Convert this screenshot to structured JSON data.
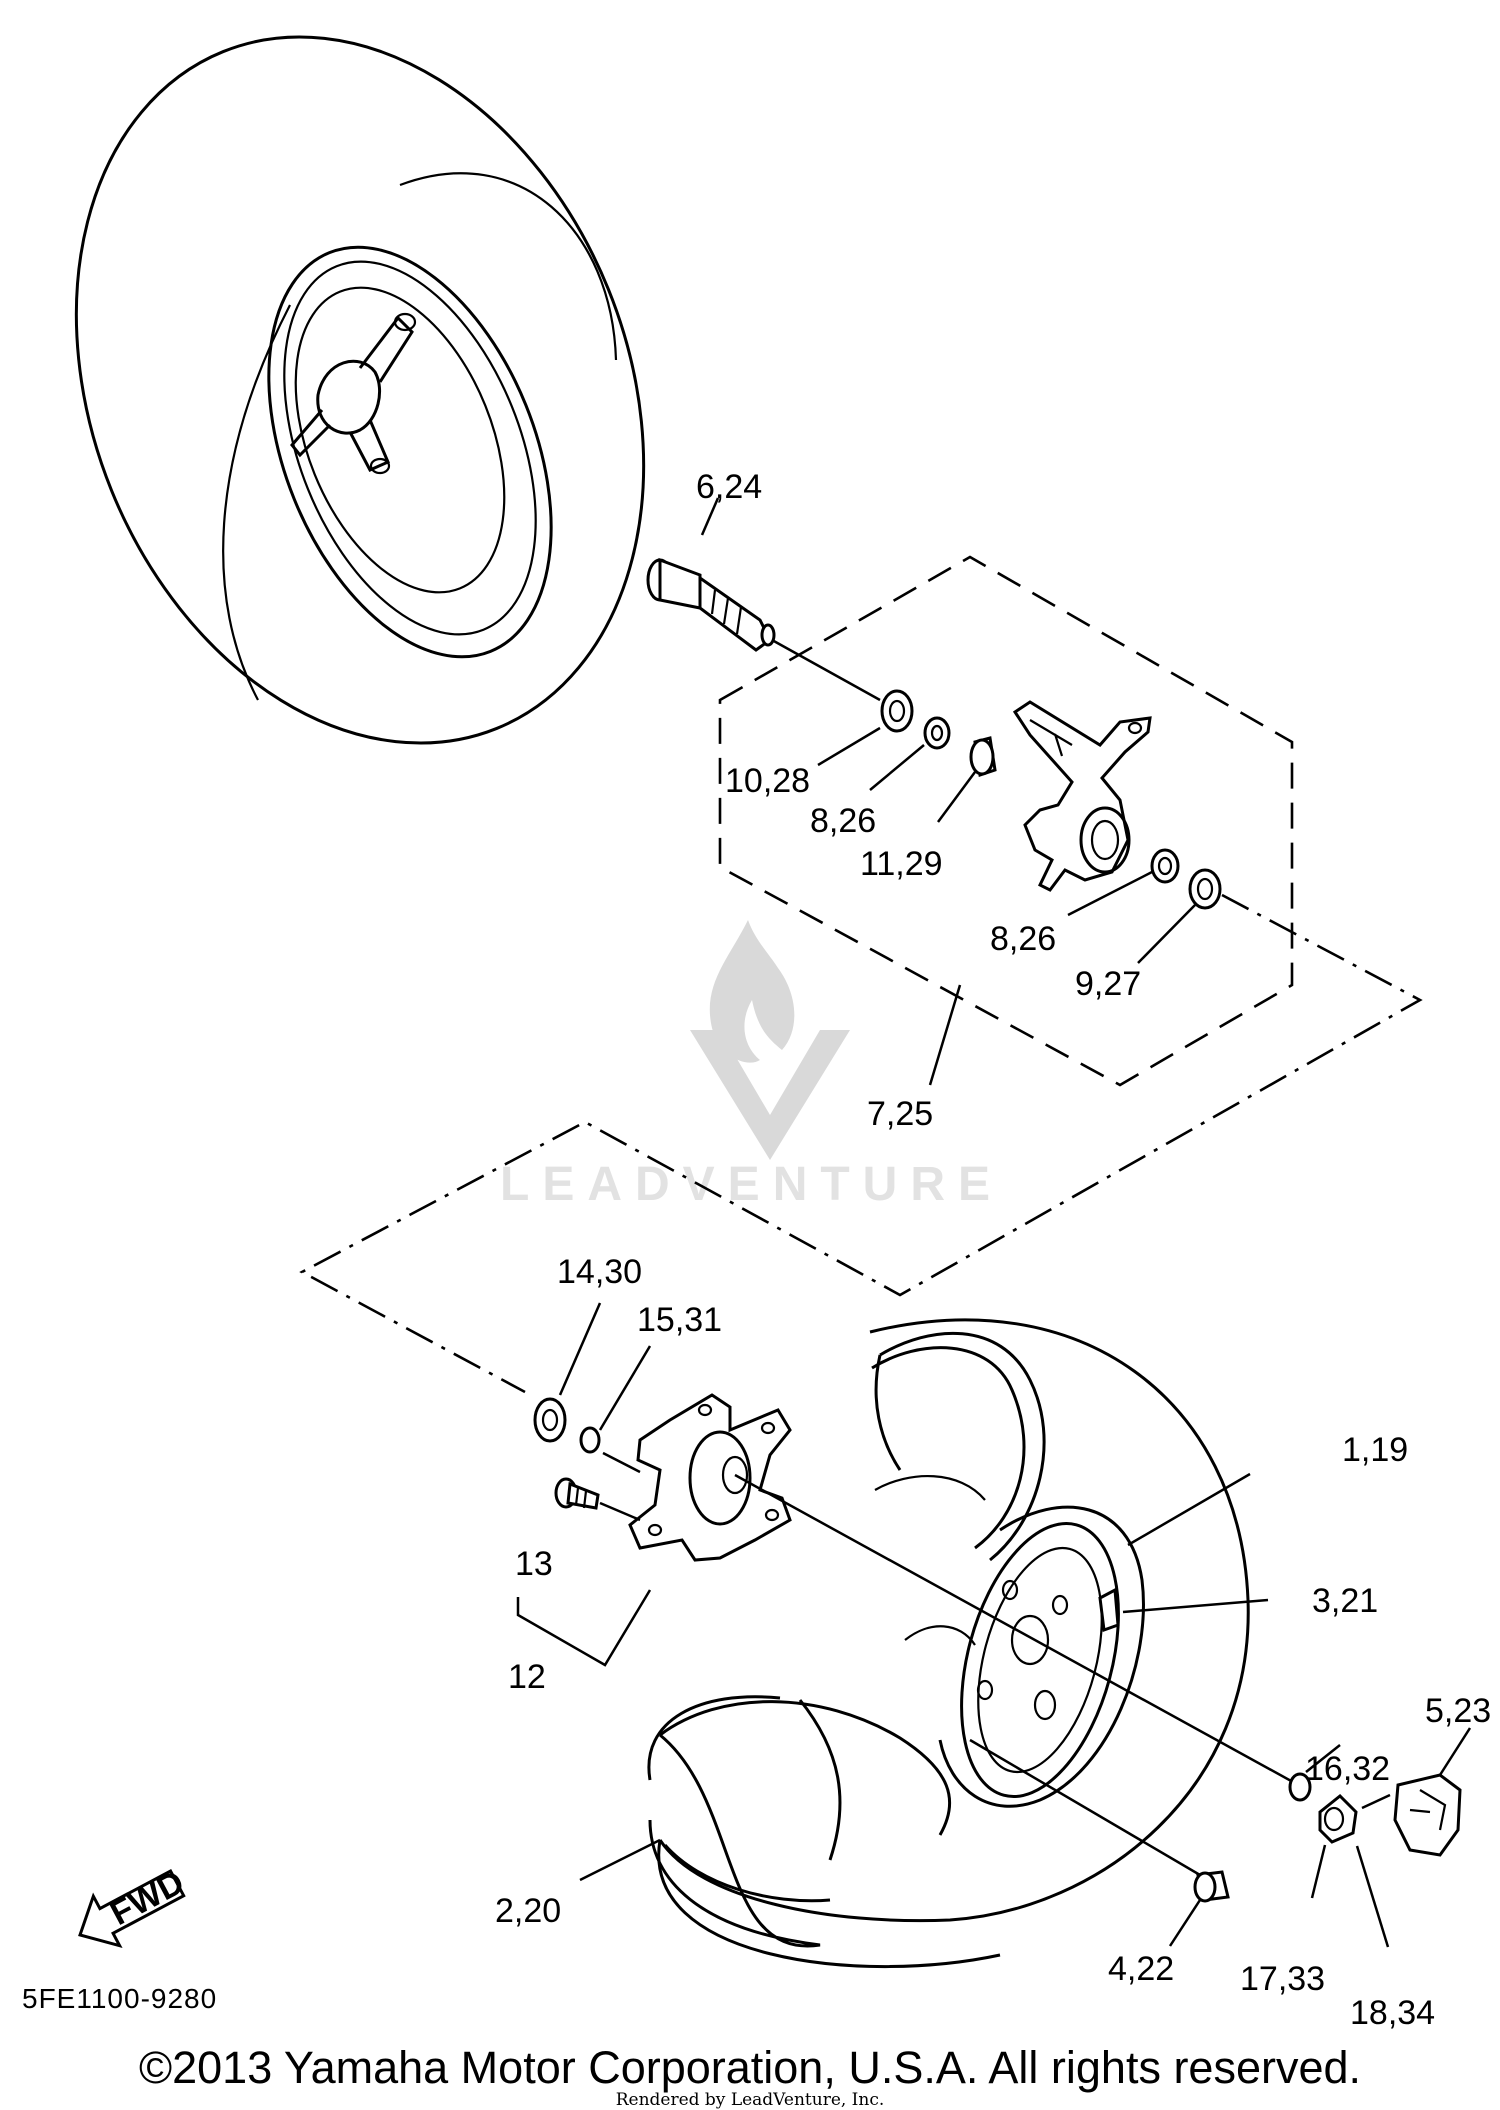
{
  "diagram_code": "5FE1100-9280",
  "copyright": "©2013 Yamaha Motor Corporation, U.S.A. All rights reserved.",
  "rendered_by": "Rendered by LeadVenture, Inc.",
  "watermark": "LEADVENTURE",
  "fwd_label": "FWD",
  "callouts": {
    "c_6_24": "6,24",
    "c_10_28": "10,28",
    "c_8_26_a": "8,26",
    "c_11_29": "11,29",
    "c_8_26_b": "8,26",
    "c_9_27": "9,27",
    "c_7_25": "7,25",
    "c_14_30": "14,30",
    "c_15_31": "15,31",
    "c_1_19": "1,19",
    "c_13": "13",
    "c_12": "12",
    "c_3_21": "3,21",
    "c_16_32": "16,32",
    "c_5_23": "5,23",
    "c_2_20": "2,20",
    "c_4_22": "4,22",
    "c_17_33": "17,33",
    "c_18_34": "18,34"
  }
}
